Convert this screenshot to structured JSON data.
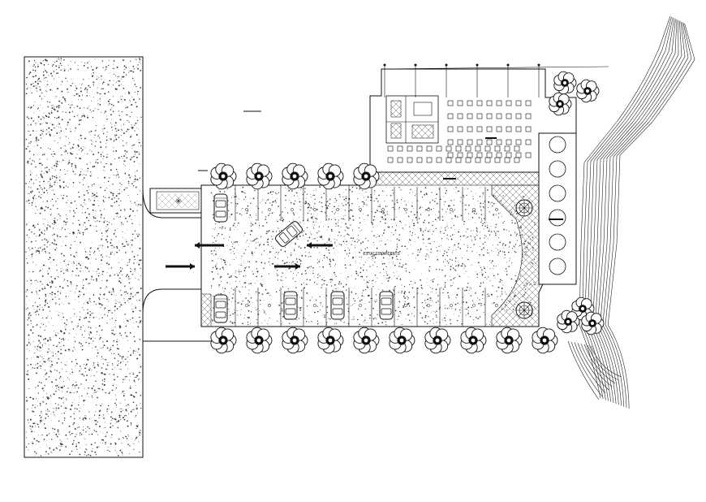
{
  "drawing": {
    "parking_label": "ESTACIONAMIENTO",
    "colors": {
      "line": "#111111",
      "paving_speckle": "#3a3a3a",
      "hatch": "#555555",
      "background": "#ffffff"
    },
    "counts": {
      "trees_top_row": 5,
      "trees_bottom_row": 10,
      "parked_cars": 5,
      "moving_cars": 1,
      "direction_arrows": 4,
      "planter_circles": 6,
      "roundabout_markers": 2
    },
    "icons": [
      "tree-icon",
      "car-icon",
      "arrow-left-icon",
      "arrow-right-icon",
      "compass-marker-icon"
    ]
  }
}
